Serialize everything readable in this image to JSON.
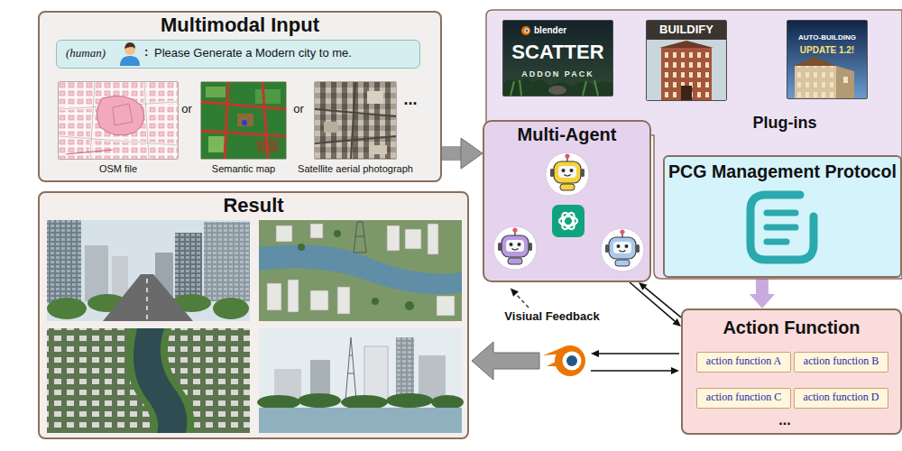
{
  "diagram": {
    "nodes": [
      {
        "text": [
          "Multimodal Input"
        ]
      },
      {
        "text": [
          "(human)",
          ":",
          "Please Generate a Modern city to me."
        ],
        "in": 0
      },
      {
        "text": [
          "OSM file"
        ],
        "in": 0
      },
      {
        "text": [
          "Semantic map"
        ],
        "in": 0
      },
      {
        "text": [
          "Satellite aerial photograph"
        ],
        "in": 0
      },
      {
        "text": [
          "Plug-ins"
        ]
      },
      {
        "text": [
          "blender",
          "SCATTER",
          "ADDON PACK"
        ],
        "in": 5
      },
      {
        "text": [
          "BUILDIFY"
        ],
        "in": 5
      },
      {
        "text": [
          "AUTO-BUILDING",
          "UPDATE 1.2!"
        ],
        "in": 5
      },
      {
        "text": [
          "PCG Management Protocol"
        ],
        "in": 5
      },
      {
        "text": [
          "Multi-Agent"
        ]
      },
      {
        "text": [
          "Result"
        ]
      },
      {
        "text": [
          "Action Function"
        ]
      },
      {
        "text": [
          "action function A"
        ],
        "in": 12
      },
      {
        "text": [
          "action function B"
        ],
        "in": 12
      },
      {
        "text": [
          "action function C"
        ],
        "in": 12
      },
      {
        "text": [
          "action function D"
        ],
        "in": 12
      }
    ],
    "edges": [
      {
        "from": 0,
        "to": 10,
        "arrow": "to"
      },
      {
        "from": 10,
        "to": 12,
        "arrow": "to"
      },
      {
        "from": 12,
        "to": 10,
        "arrow": "to"
      },
      {
        "from": 9,
        "to": 12,
        "arrow": "to"
      }
    ],
    "labels": [
      "or",
      "or",
      "...",
      "Visiual Feedback",
      "..."
    ]
  }
}
